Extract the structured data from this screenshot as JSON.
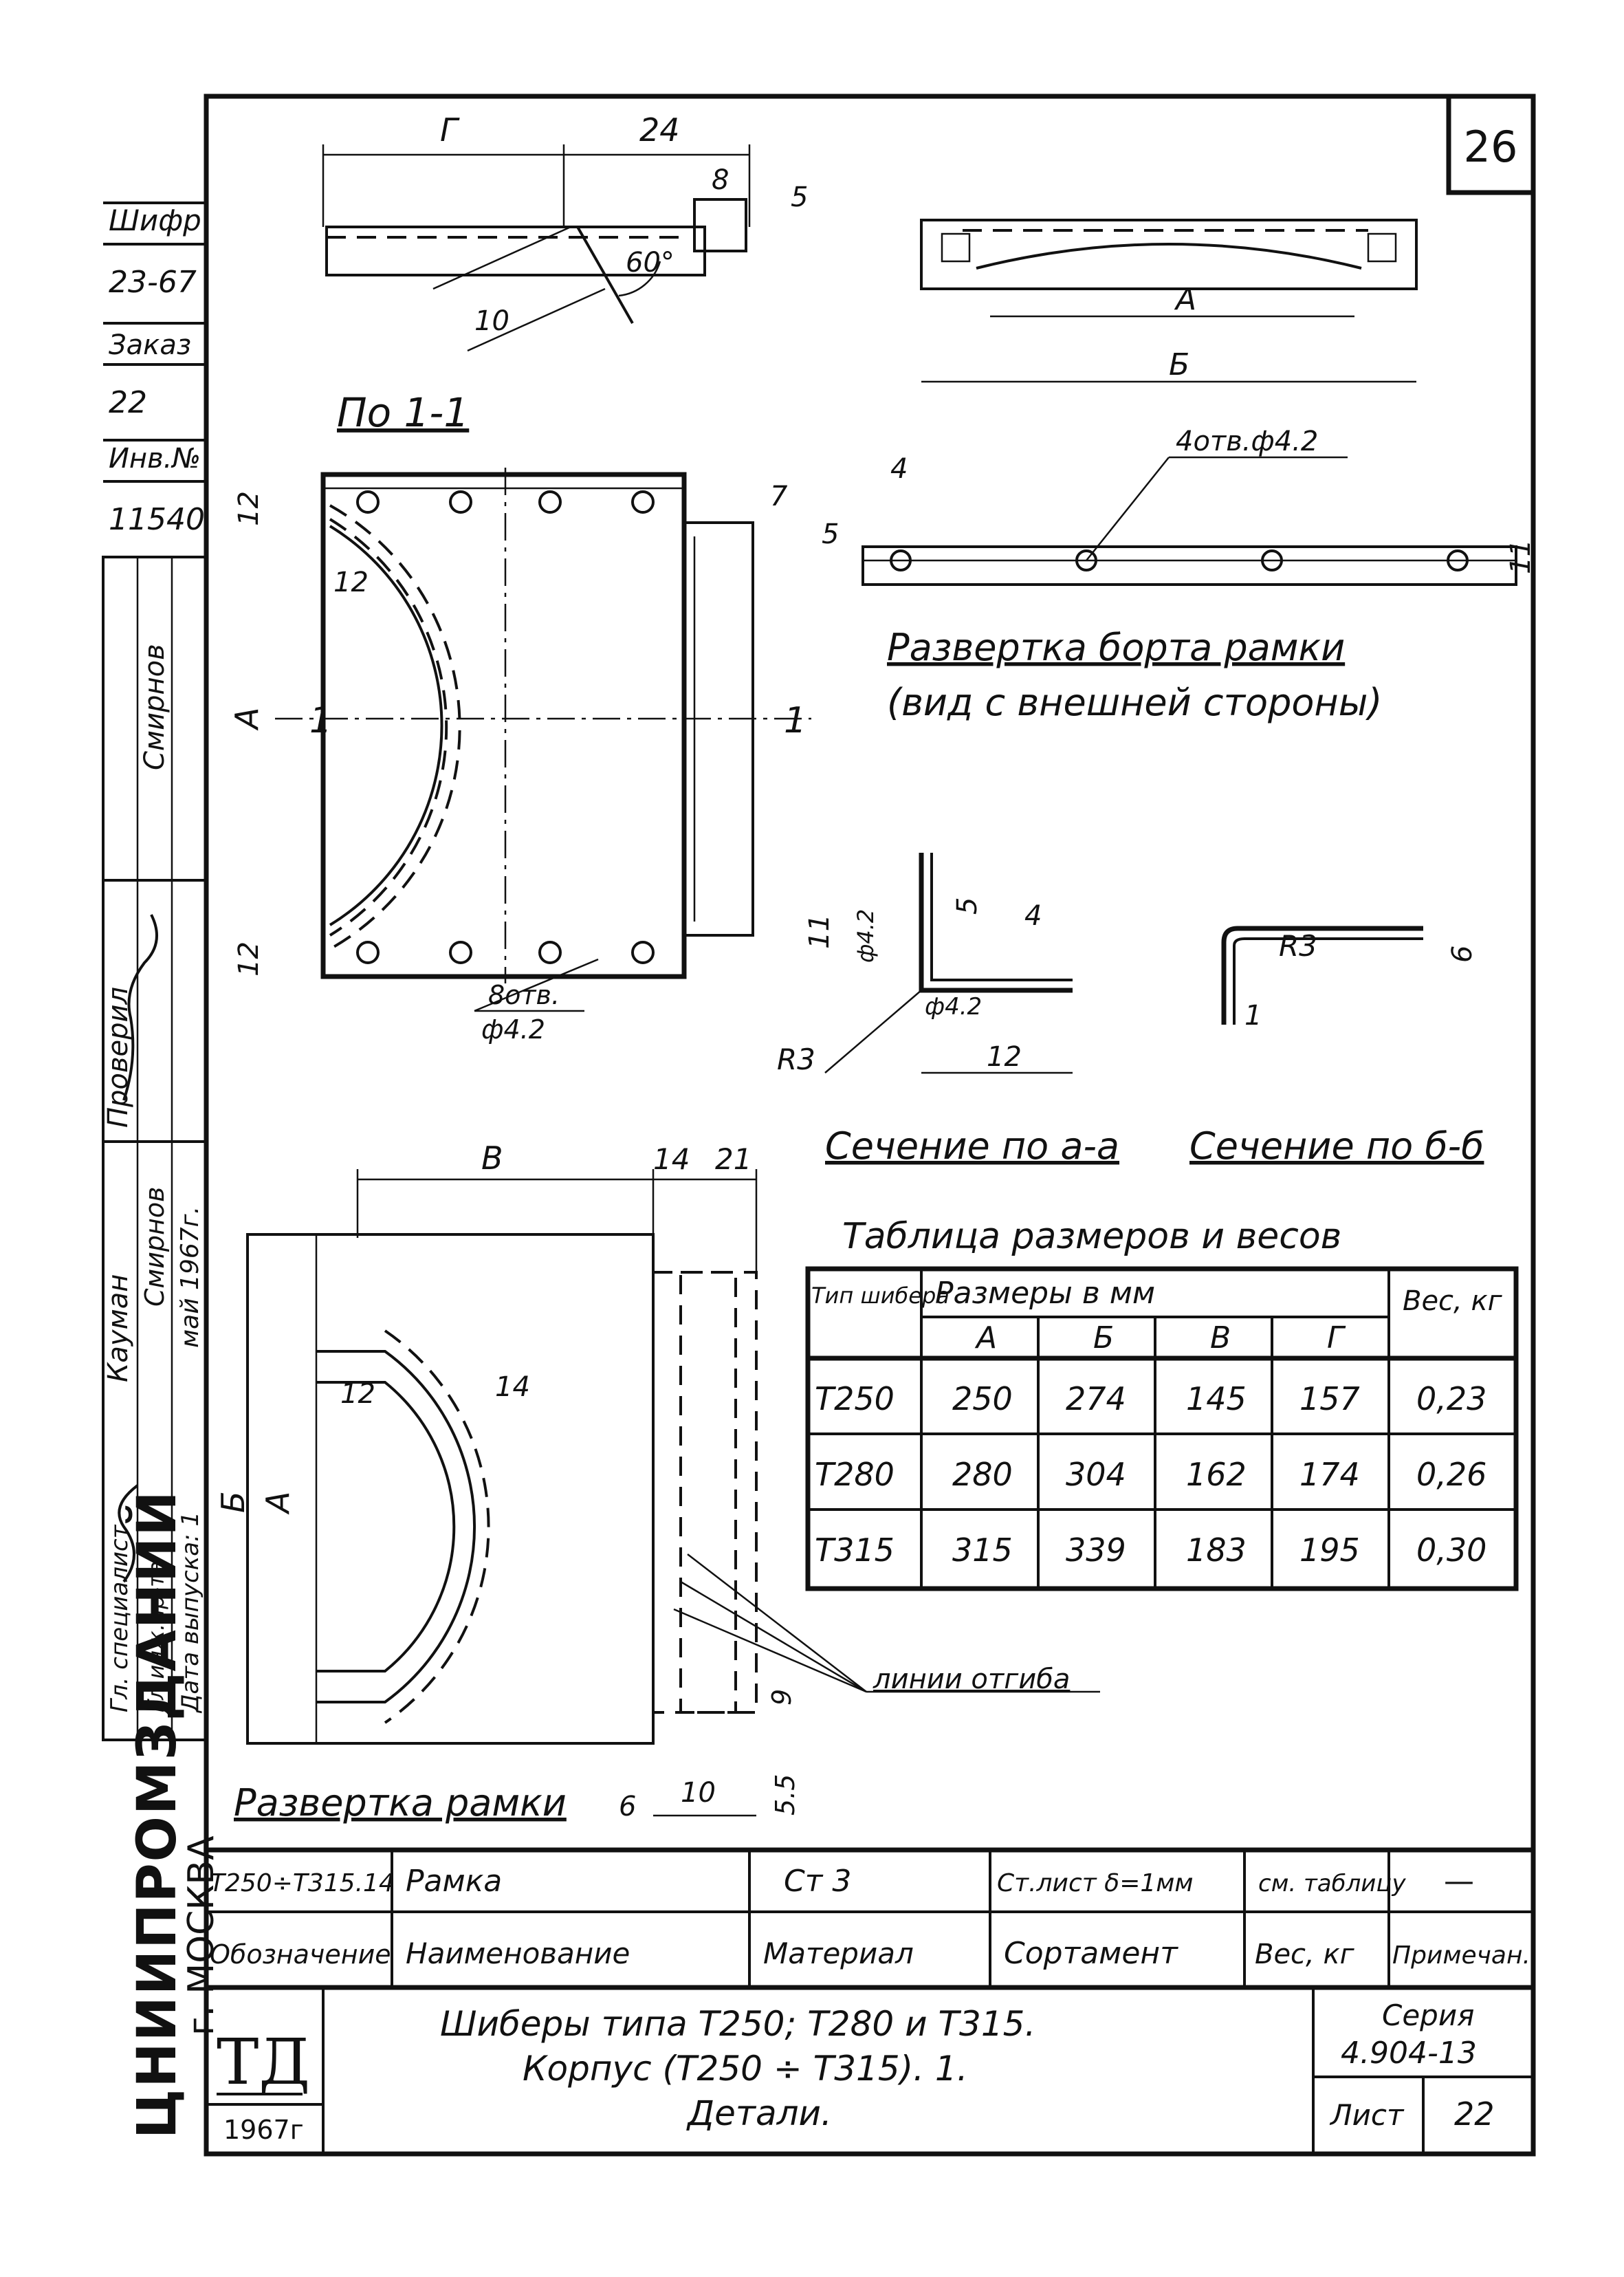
{
  "sheet": {
    "corner_number": "26",
    "left_margin": [
      "Шифр",
      "23-67",
      "Заказ",
      "22",
      "Инв.№",
      "11540"
    ],
    "left_signatures": {
      "role_1": "Смирнов",
      "role_2": "Проверил",
      "role_3": "Кауман",
      "role_4": "Смирнов",
      "role_5": "май 1967г.",
      "role_6": "Гл. специалист",
      "role_7": "Гл.инж.пр-та",
      "role_8": "Дата выпуска: 1"
    },
    "org_vertical": "ЦНИИПРОМЗДАНИЙ",
    "city_vertical": "г. МОСКВА"
  },
  "views": {
    "section_1_1_label": "По 1-1",
    "section_marker": "1",
    "frame_flange_caption_1": "Развертка борта рамки",
    "frame_flange_caption_2": "(вид с внешней стороны)",
    "holes_note_flange": "4отв.ф4.2",
    "holes_note_frame": "8отв.",
    "holes_dia": "ф4.2",
    "section_a_a": "Сечение по а-а",
    "section_b_b": "Сечение по б-б",
    "frame_development": "Развертка рамки",
    "bend_lines": "линии отгиба",
    "dims": {
      "d_G": "Г",
      "d_24": "24",
      "d_8": "8",
      "d_5": "5",
      "d_10": "10",
      "d_60": "60°",
      "d_A": "А",
      "d_B": "Б",
      "d_V": "В",
      "d_12": "12",
      "d_7": "7",
      "d_4": "4",
      "d_11": "11",
      "d_R3": "R3",
      "d_phi42": "ф4.2",
      "d_6": "6",
      "d_1": "1",
      "d_14": "14",
      "d_21": "21",
      "d_55": "5.5",
      "d_9": "9"
    }
  },
  "table": {
    "title": "Таблица размеров и весов",
    "header_type": "Тип шибера",
    "header_sizes": "Размеры в мм",
    "header_weight": "Вес, кг",
    "columns": [
      "А",
      "Б",
      "В",
      "Г"
    ],
    "rows": [
      {
        "type": "Т250",
        "A": "250",
        "B": "274",
        "V": "145",
        "G": "157",
        "w": "0,23"
      },
      {
        "type": "Т280",
        "A": "280",
        "B": "304",
        "V": "162",
        "G": "174",
        "w": "0,26"
      },
      {
        "type": "Т315",
        "A": "315",
        "B": "339",
        "V": "183",
        "G": "195",
        "w": "0,30"
      }
    ]
  },
  "spec": {
    "designation": "Т250÷Т315.14",
    "name": "Рамка",
    "material": "Ст 3",
    "assortment": "Ст.лист δ=1мм",
    "weight": "см. таблицу",
    "note": "—",
    "h_designation": "Обозначение",
    "h_name": "Наименование",
    "h_material": "Материал",
    "h_assortment": "Сортамент",
    "h_weight": "Вес, кг",
    "h_note": "Примечан."
  },
  "titleblock": {
    "logo": "ТД",
    "year": "1967г",
    "title_1": "Шиберы типа Т250; Т280 и Т315.",
    "title_2": "Корпус (Т250 ÷ Т315). 1.",
    "title_3": "Детали.",
    "series_label": "Серия",
    "series": "4.904-13",
    "sheet_label": "Лист",
    "sheet": "22"
  }
}
